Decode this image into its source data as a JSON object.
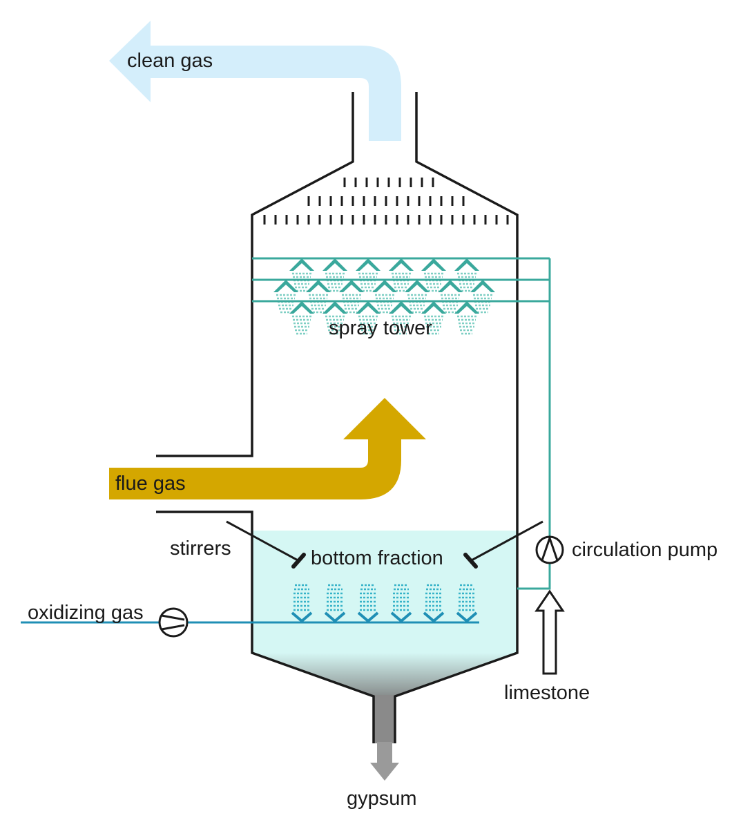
{
  "labels": {
    "clean_gas": "clean gas",
    "spray_tower": "spray tower",
    "flue_gas": "flue gas",
    "stirrers": "stirrers",
    "bottom_fraction": "bottom fraction",
    "circulation_pump": "circulation pump",
    "oxidizing_gas": "oxidizing gas",
    "limestone": "limestone",
    "gypsum": "gypsum"
  },
  "colors": {
    "clean_gas": "#d4eefb",
    "flue_gas": "#d4a700",
    "slurry": "#d5f7f4",
    "spray_line": "#3aa89c",
    "oxidizing_line": "#1f8fb5",
    "gypsum": "#8a8a8a",
    "vessel": "#1a1a1a"
  }
}
